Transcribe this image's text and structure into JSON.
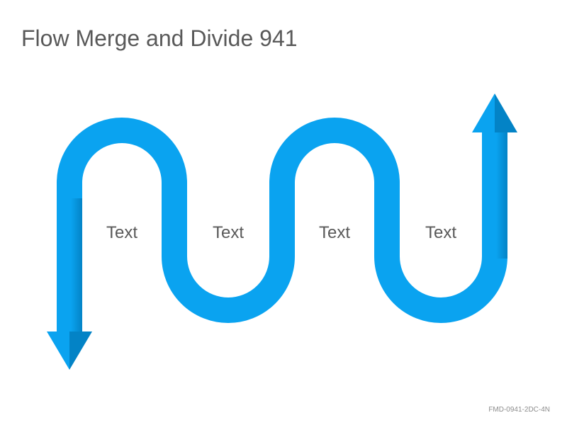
{
  "slide": {
    "title": "Flow Merge and Divide 941",
    "footer_code": "FMD-0941-2DC-4N"
  },
  "diagram": {
    "labels": [
      "Text",
      "Text",
      "Text",
      "Text"
    ],
    "colors": {
      "flow": "#0aa3f0",
      "flow_dark": "#0383c6",
      "label_text": "#595959"
    }
  }
}
